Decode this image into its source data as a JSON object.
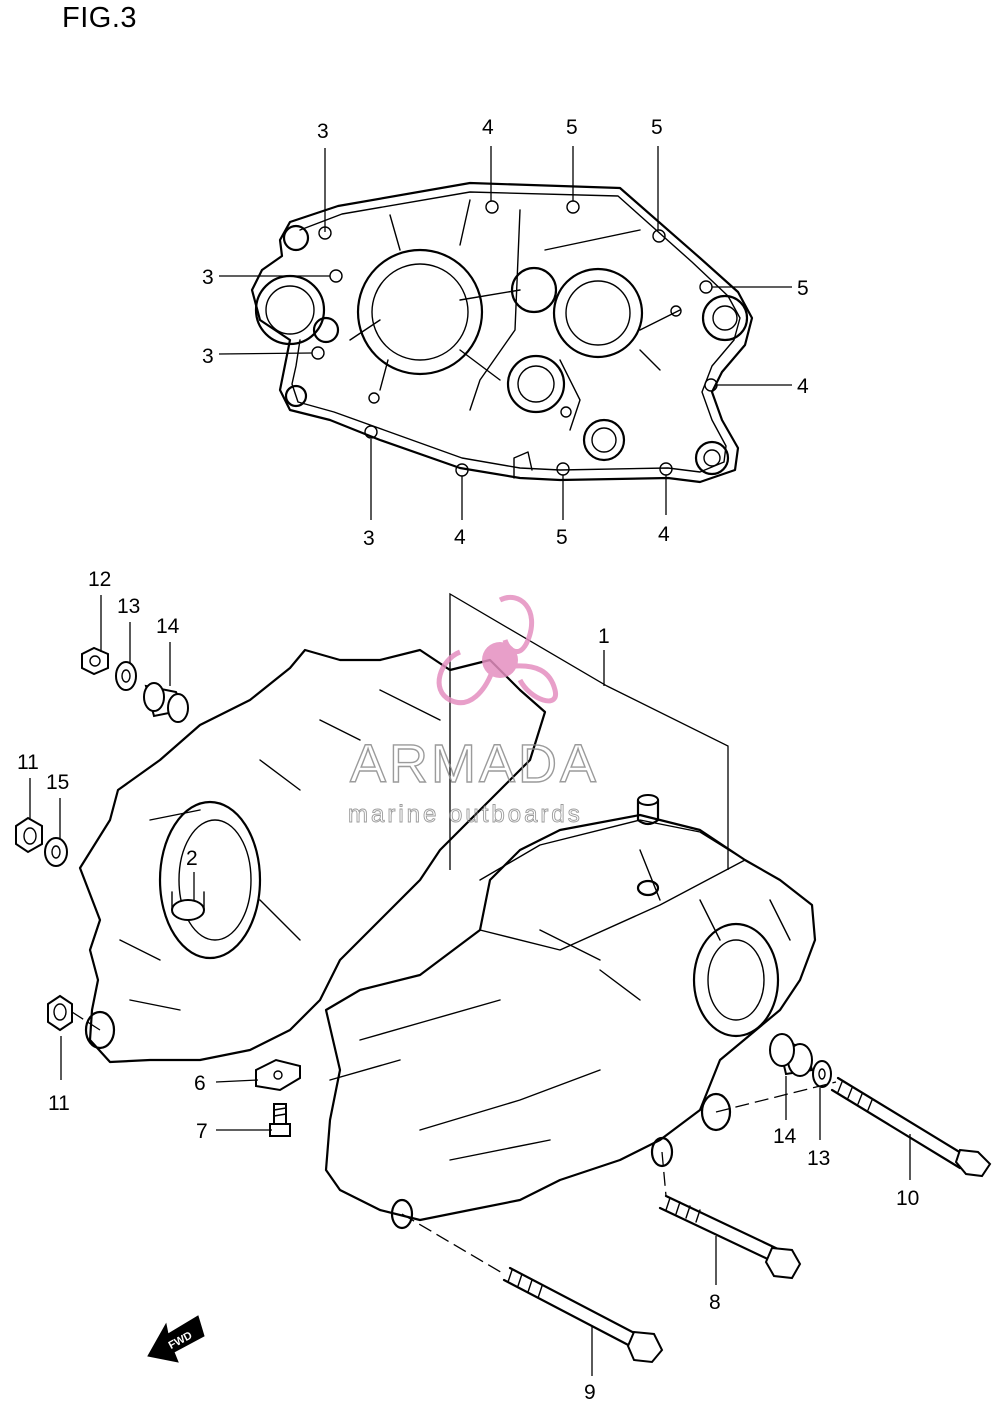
{
  "figure": {
    "title": "FIG.3"
  },
  "callouts": [
    {
      "id": "c1",
      "label": "1"
    },
    {
      "id": "c2",
      "label": "2"
    },
    {
      "id": "c3a",
      "label": "3"
    },
    {
      "id": "c3b",
      "label": "3"
    },
    {
      "id": "c3c",
      "label": "3"
    },
    {
      "id": "c3d",
      "label": "3"
    },
    {
      "id": "c4a",
      "label": "4"
    },
    {
      "id": "c4b",
      "label": "4"
    },
    {
      "id": "c4c",
      "label": "4"
    },
    {
      "id": "c4d",
      "label": "4"
    },
    {
      "id": "c5a",
      "label": "5"
    },
    {
      "id": "c5b",
      "label": "5"
    },
    {
      "id": "c5c",
      "label": "5"
    },
    {
      "id": "c5d",
      "label": "5"
    },
    {
      "id": "c6",
      "label": "6"
    },
    {
      "id": "c7",
      "label": "7"
    },
    {
      "id": "c8",
      "label": "8"
    },
    {
      "id": "c9",
      "label": "9"
    },
    {
      "id": "c10",
      "label": "10"
    },
    {
      "id": "c11a",
      "label": "11"
    },
    {
      "id": "c11b",
      "label": "11"
    },
    {
      "id": "c12",
      "label": "12"
    },
    {
      "id": "c13a",
      "label": "13"
    },
    {
      "id": "c13b",
      "label": "13"
    },
    {
      "id": "c14a",
      "label": "14"
    },
    {
      "id": "c14b",
      "label": "14"
    },
    {
      "id": "c15",
      "label": "15"
    }
  ],
  "direction_marker": {
    "label": "FWD"
  },
  "watermark": {
    "brand": "ARMADA",
    "tagline": "marine outboards",
    "logo_color": "#e48fc0"
  }
}
